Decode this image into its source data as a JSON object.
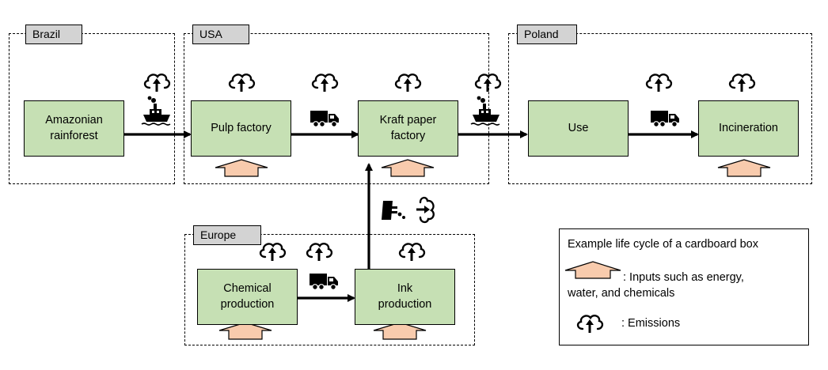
{
  "regions": {
    "brazil": "Brazil",
    "usa": "USA",
    "poland": "Poland",
    "europe": "Europe"
  },
  "nodes": {
    "amazonian_rainforest": "Amazonian\nrainforest",
    "pulp_factory": "Pulp factory",
    "kraft_paper_factory": "Kraft paper\nfactory",
    "use": "Use",
    "incineration": "Incineration",
    "chemical_production": "Chemical\nproduction",
    "ink_production": "Ink\nproduction"
  },
  "legend": {
    "title": "Example life cycle of a cardboard box",
    "inputs_line1": ": Inputs such as energy,",
    "inputs_line2": "water, and chemicals",
    "emissions": ": Emissions"
  },
  "colors": {
    "node_fill": "#c6e0b4",
    "input_arrow_fill": "#f8cbad",
    "region_tab_fill": "#d3d3d3"
  },
  "icons": {
    "emission": "cloud-upload-icon",
    "ship": "ship-icon",
    "truck": "truck-icon",
    "pipeline_transfer": "pipeline-icon"
  }
}
